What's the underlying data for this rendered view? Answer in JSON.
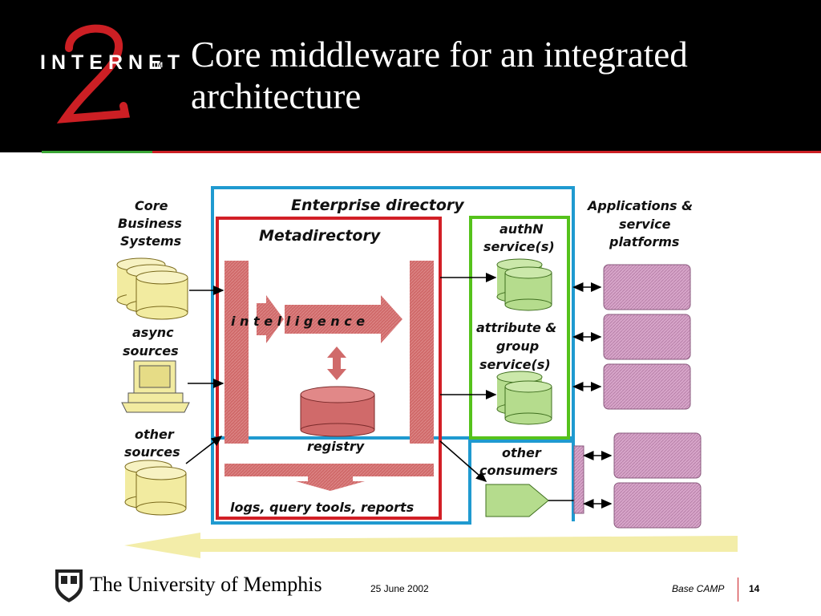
{
  "header": {
    "logo_text": "INTERNET",
    "logo_tm": "TM",
    "title_line1": "Core middleware for an integrated",
    "title_line2": "architecture"
  },
  "diagram": {
    "enterprise_directory": "Enterprise directory",
    "metadirectory": "Metadirectory",
    "intelligence": "i n t e l l i g e n c e",
    "registry": "registry",
    "logs": "logs, query tools, reports",
    "authn_line1": "authN",
    "authn_line2": "service(s)",
    "attr_line1": "attribute &",
    "attr_line2": "group",
    "attr_line3": "service(s)",
    "core_line1": "Core",
    "core_line2": "Business",
    "core_line3": "Systems",
    "async_line1": "async",
    "async_line2": "sources",
    "other_line1": "other",
    "other_line2": "sources",
    "apps_line1": "Applications &",
    "apps_line2": "service",
    "apps_line3": "platforms",
    "consumers_line1": "other",
    "consumers_line2": "consumers"
  },
  "colors": {
    "enterprise_border": "#1f9ad0",
    "metadirectory_border": "#d21f26",
    "services_border": "#55c21b",
    "red_fill": "#d06a6a",
    "yellow_fill": "#f2eba0",
    "green_fill": "#b5dc8d",
    "purple_fill": "#d7a5c9"
  },
  "footer": {
    "university": "The University of Memphis",
    "date": "25 June 2002",
    "conference": "Base CAMP",
    "page": "14"
  }
}
